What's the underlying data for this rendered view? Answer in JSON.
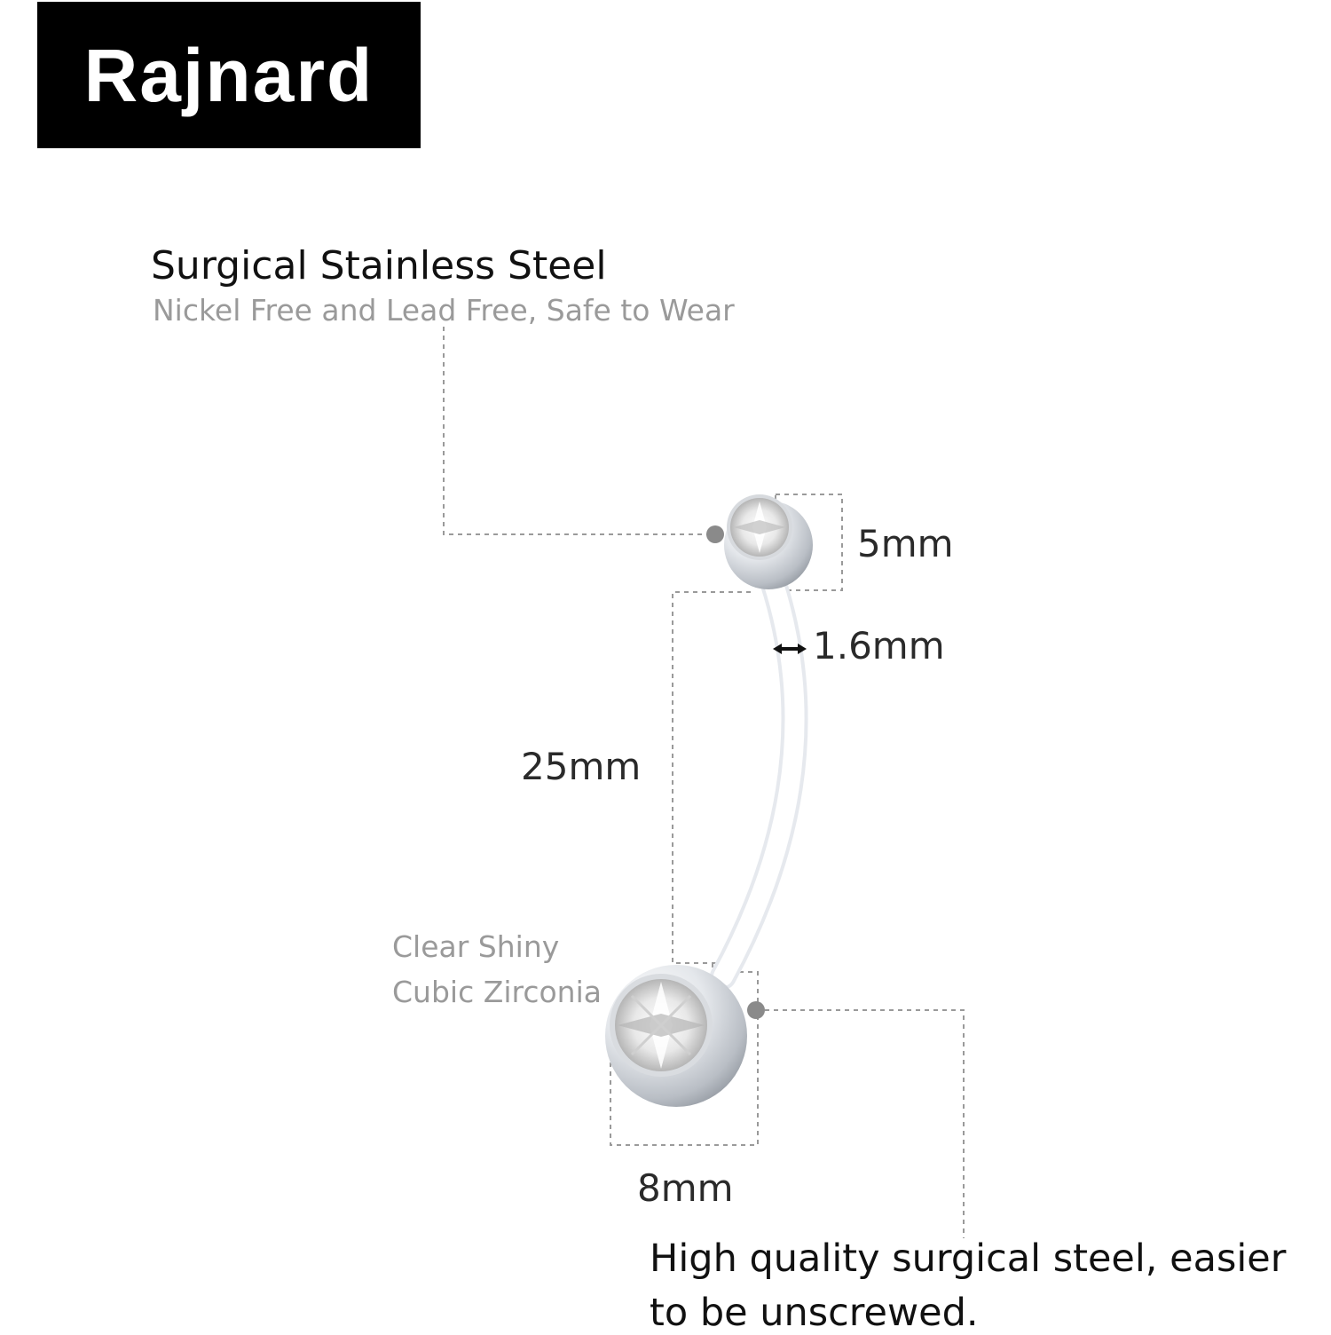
{
  "brand": {
    "name": "Rajnard"
  },
  "material": {
    "title": "Surgical Stainless Steel",
    "subtitle": "Nickel Free and Lead Free, Safe to Wear"
  },
  "dimensions": {
    "top_ball": "5mm",
    "gauge": "1.6mm",
    "length": "25mm",
    "bottom_ball": "8mm"
  },
  "gem_note": {
    "line1": "Clear Shiny",
    "line2": "Cubic Zirconia"
  },
  "quality_note": {
    "line1": "High quality surgical steel, easier",
    "line2": "to be unscrewed."
  },
  "colors": {
    "brand_bg": "#000000",
    "brand_text": "#ffffff",
    "guide_line": "#9a9a9a",
    "steel": "#c8ccd2"
  }
}
